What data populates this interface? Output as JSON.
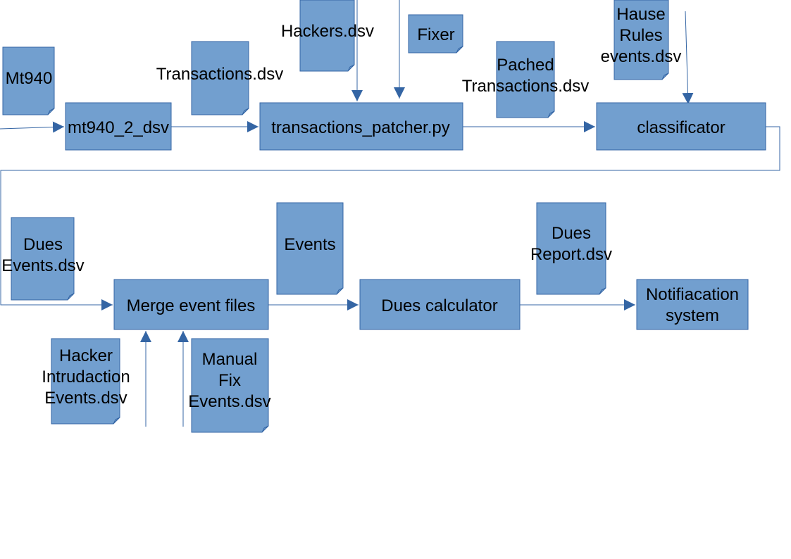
{
  "colors": {
    "fill": "#729fcf",
    "stroke": "#3465a4",
    "connector": "#3465a4",
    "text": "#000000"
  },
  "documents": {
    "mt940": [
      "Mt940"
    ],
    "transactions": [
      "Transactions.dsv"
    ],
    "hackers": [
      "Hackers.dsv"
    ],
    "fixer": [
      "Fixer"
    ],
    "patched_transactions": [
      "Pached",
      "Transactions.dsv"
    ],
    "house_rules": [
      "Hause",
      "Rules",
      "events.dsv"
    ],
    "dues_events": [
      "Dues",
      "Events.dsv"
    ],
    "events": [
      "Events"
    ],
    "dues_report": [
      "Dues",
      "Report.dsv"
    ],
    "hacker_intrusion_events": [
      "Hacker",
      "Intrudaction",
      "Events.dsv"
    ],
    "manual_fix_events": [
      "Manual",
      "Fix",
      "Events.dsv"
    ]
  },
  "processes": {
    "mt940_2_dsv": [
      "mt940_2_dsv"
    ],
    "transactions_patcher": [
      "transactions_patcher.py"
    ],
    "classificator": [
      "classificator"
    ],
    "merge_event_files": [
      "Merge event files"
    ],
    "dues_calculator": [
      "Dues calculator"
    ],
    "notification_system": [
      "Notifiacation",
      "system"
    ]
  }
}
